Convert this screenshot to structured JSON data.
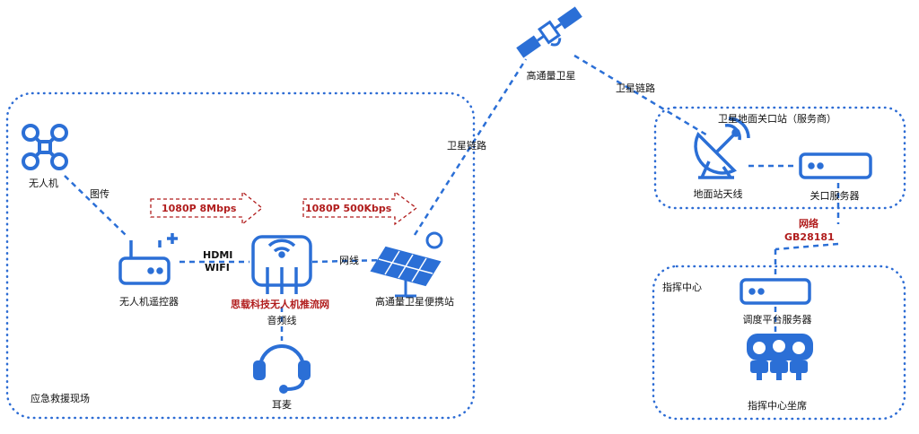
{
  "scene_label": "应急救援现场",
  "command_center_label": "指挥中心",
  "gateway_station_label": "卫星地面关口站（服务商）",
  "nodes": {
    "drone": "无人机",
    "remote_controller": "无人机遥控器",
    "push_device": "思载科技无人机推流网",
    "headset": "耳麦",
    "portable_station": "高通量卫星便携站",
    "satellite": "高通量卫星",
    "ground_antenna": "地面站天线",
    "gateway_server": "关口服务器",
    "dispatch_server": "调度平台服务器",
    "command_seats": "指挥中心坐席"
  },
  "links": {
    "image_transmission": "图传",
    "hdmi": "HDMI",
    "wifi": "WIFI",
    "network": "网线",
    "audio": "音频线",
    "satellite_link_up": "卫星链路",
    "satellite_link_down": "卫星链路",
    "net_line1": "网络",
    "net_line2": "GB28181"
  },
  "rates": {
    "rate_1080_8m": "1080P 8Mbps",
    "rate_1080_500k": "1080P 500Kbps"
  },
  "colors": {
    "accent": "#2b6fd6",
    "dotted": "#2d6cd4",
    "rate_text": "#b11d1d",
    "rate_arrow": "#b11d1d"
  }
}
